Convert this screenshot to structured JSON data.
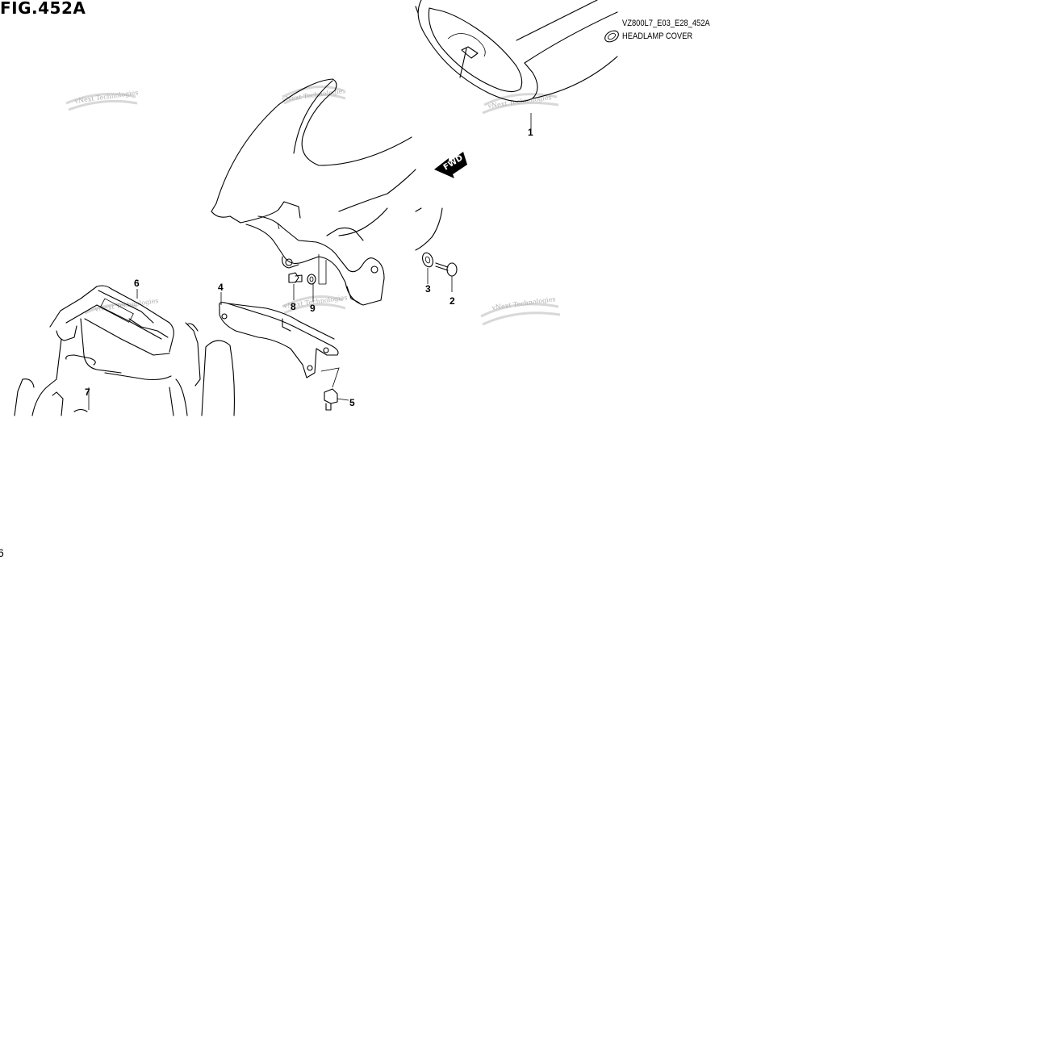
{
  "figure": {
    "title": "FIG.452A",
    "code": "VZ800L7_E03_E28_452A",
    "name": "HEADLAMP COVER"
  },
  "direction_arrow": "FWD",
  "watermark": "vNext Technologies",
  "parts": [
    "1",
    "2",
    "3",
    "4",
    "5",
    "6",
    "7",
    "8",
    "9"
  ],
  "edge_mark": "6"
}
